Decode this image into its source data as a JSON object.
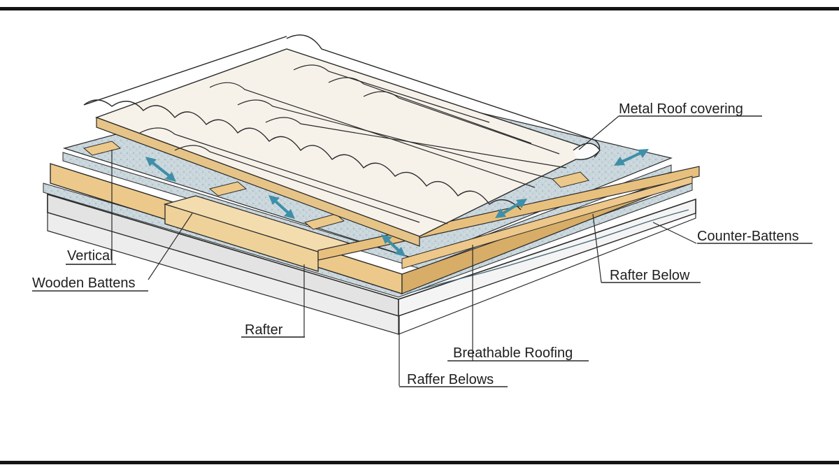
{
  "labels": {
    "metal_roof": "Metal Roof covering",
    "counter_battens": "Counter-Battens",
    "rafter_below_right": "Rafter Below",
    "vertical": "Vertical",
    "wooden_battens": "Wooden Battens",
    "rafter": "Rafter",
    "breathable_roofing": "Breathable Roofing",
    "raffer_belows": "Raffer Belows"
  },
  "colors": {
    "wood": "#ecc98a",
    "wood_dark": "#c99a55",
    "membrane": "#c6d3da",
    "base_slab": "#e9e9e9",
    "metal_sheet": "#fbfbfb",
    "airflow_arrow": "#3f8fa8",
    "outline": "#2a2a2a"
  },
  "icons": {
    "airflow": "double-headed-arrow-icon"
  }
}
